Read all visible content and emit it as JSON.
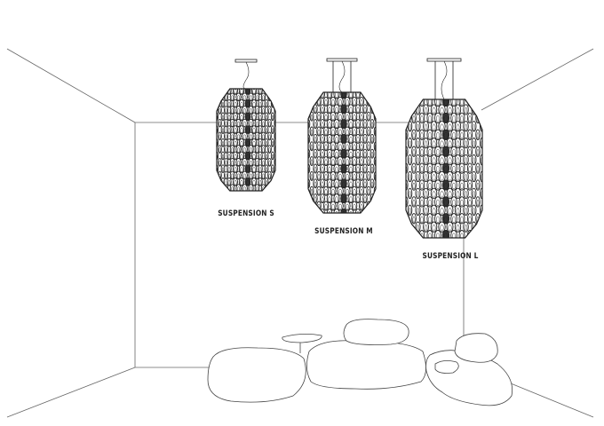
{
  "labels": {
    "small": "SUSPENSION S",
    "medium": "SUSPENSION M",
    "large": "SUSPENSION L"
  },
  "colors": {
    "line": "#222222",
    "room": "#666666"
  }
}
